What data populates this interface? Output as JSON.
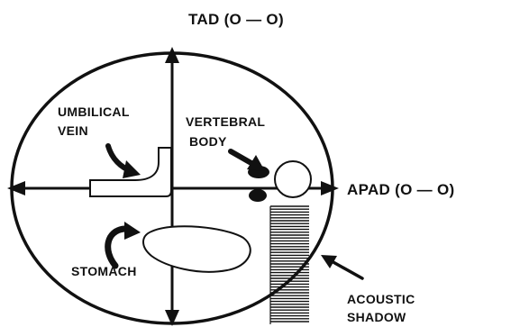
{
  "labels": {
    "tad": "TAD (O — O)",
    "apad": "APAD (O — O)",
    "umbilical_line1": "UMBILICAL",
    "umbilical_line2": "VEIN",
    "vertebral_line1": "VERTEBRAL",
    "vertebral_line2": "BODY",
    "stomach": "STOMACH",
    "acoustic_line1": "ACOUSTIC",
    "acoustic_line2": "SHADOW"
  },
  "colors": {
    "ink": "#111111",
    "background": "#ffffff"
  }
}
